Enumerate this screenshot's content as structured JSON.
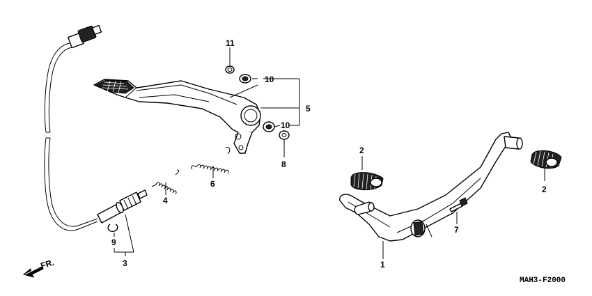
{
  "callouts": {
    "c1": "1",
    "c2a": "2",
    "c2b": "2",
    "c3": "3",
    "c4": "4",
    "c5": "5",
    "c6": "6",
    "c7": "7",
    "c8": "8",
    "c9": "9",
    "c10a": "10",
    "c10b": "10",
    "c11": "11"
  },
  "front_label": "FR.",
  "diagram_code": "MAH3-F2000",
  "icons": [
    "front-direction-arrow-icon"
  ]
}
